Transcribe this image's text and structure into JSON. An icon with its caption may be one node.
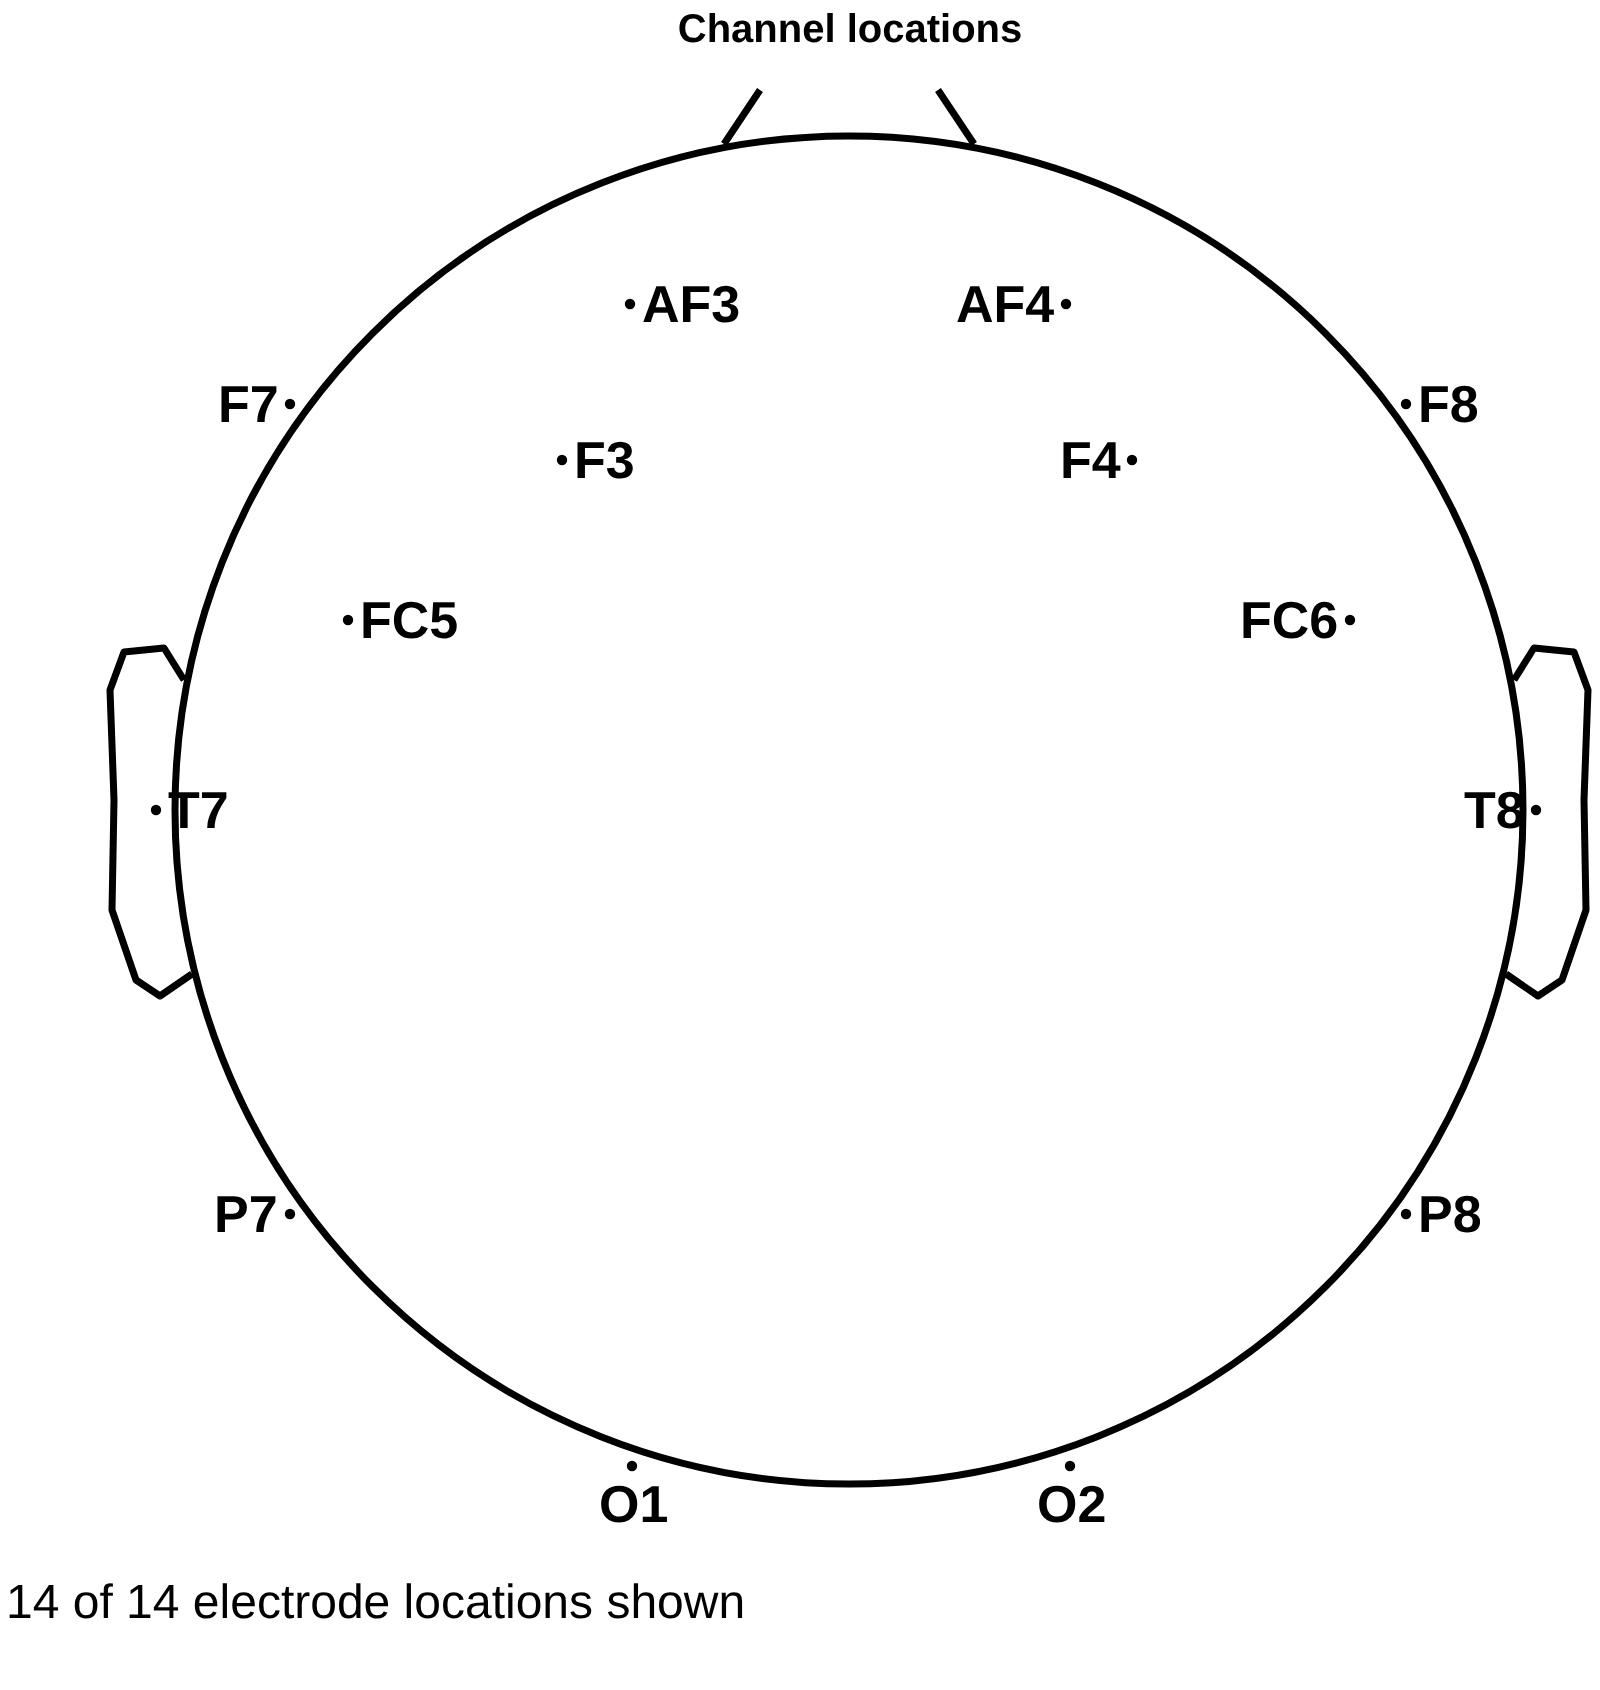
{
  "diagram": {
    "title": "Channel locations",
    "caption": "14 of 14 electrode locations shown",
    "labels": [
      "AF3",
      "AF4",
      "F7",
      "F3",
      "F4",
      "F8",
      "FC5",
      "FC6",
      "T7",
      "T8",
      "P7",
      "P8",
      "O1",
      "O2"
    ]
  }
}
